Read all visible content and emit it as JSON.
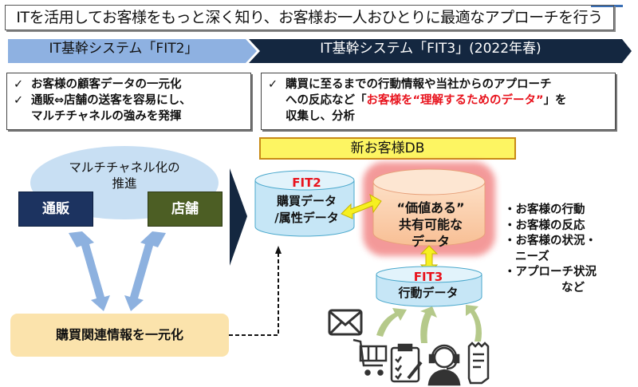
{
  "headline": "ITを活用してお客様をもっと深く知り、お客様お一人おひとりに最適なアプローチを行う",
  "phases": [
    {
      "label": "IT基幹システム「FIT2」",
      "color": "#8eb1e1"
    },
    {
      "label": "IT基幹システム「FIT3」(2022年春)",
      "color": "#142740"
    }
  ],
  "fit2_points": [
    {
      "check": "✓",
      "text": "お客様の顧客データの一元化"
    },
    {
      "check": "✓",
      "text": "通販⇔店舗の送客を容易にし、"
    },
    {
      "check": "",
      "text": "マルチチャネルの強みを発揮"
    }
  ],
  "fit3_points": {
    "check": "✓",
    "line1": "購買に至るまでの行動情報や当社からのアプローチ",
    "line2_prefix": "への反応など「",
    "line2_highlight": "お客様を“理解するためのデータ”",
    "line2_suffix": "」を",
    "line3": "収集し、分析",
    "highlight_color": "#e8121c"
  },
  "left_diagram": {
    "multichannel": [
      "マルチチャネル化の",
      "推進"
    ],
    "channel_mail_order": "通販",
    "channel_store": "店舗",
    "unify_label": "購買関連情報を一元化"
  },
  "new_db": {
    "banner": "新お客様DB",
    "fit2_db": {
      "tag": "FIT2",
      "lines": [
        "購買データ",
        "/属性データ"
      ]
    },
    "value_db": {
      "lines": [
        "“価値ある”",
        "共有可能な",
        "データ"
      ]
    },
    "fit3_db": {
      "tag": "FIT3",
      "label": "行動データ"
    }
  },
  "data_types": [
    {
      "text": "・お客様の行動",
      "style": ""
    },
    {
      "text": "・お客様の反応",
      "style": ""
    },
    {
      "text": "・お客様の状況・",
      "style": ""
    },
    {
      "text": "ニーズ",
      "style": "indent"
    },
    {
      "text": "・アプローチ状況",
      "style": ""
    },
    {
      "text": "など",
      "style": "right"
    }
  ],
  "source_icons": [
    "mail-icon",
    "shopping-cart-icon",
    "clipboard-checklist-icon",
    "call-center-operator-icon",
    "receipt-icon"
  ]
}
